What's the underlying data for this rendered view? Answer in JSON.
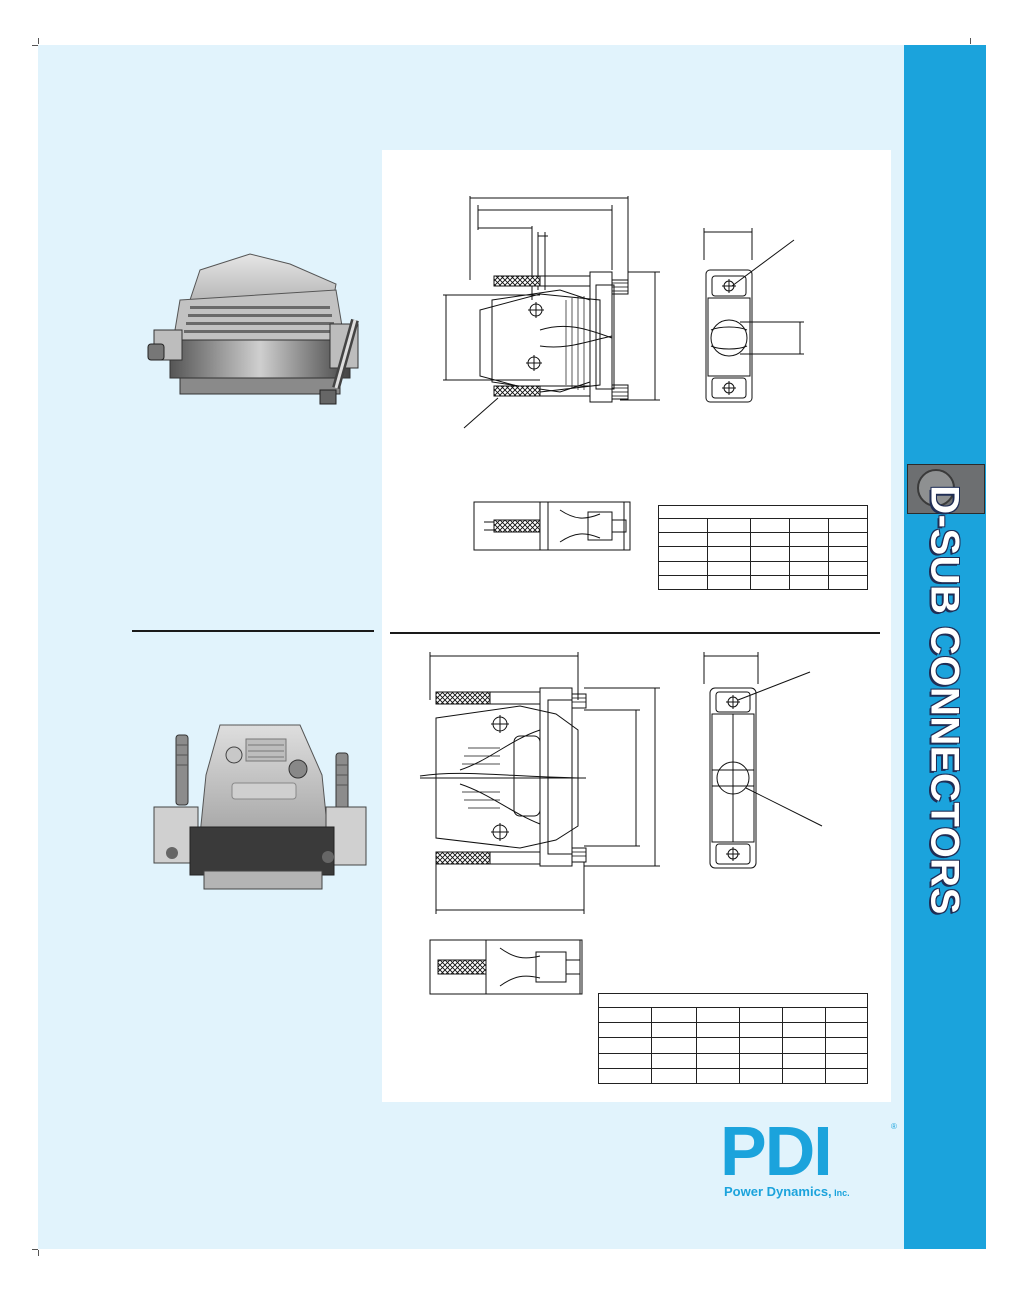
{
  "sidebar": {
    "title": "D-SUB CONNECTORS",
    "band_color": "#1ba3dc"
  },
  "logo": {
    "mark": "PDI",
    "registered": "®",
    "company": "Power Dynamics,",
    "company_suffix": " Inc."
  },
  "colors": {
    "page_background": "#e1f3fc",
    "brand_blue": "#1ba3dc",
    "panel": "#ffffff"
  },
  "tables": {
    "upper": {
      "rows": 5,
      "cols": 5
    },
    "lower": {
      "rows": 5,
      "cols": 6
    }
  }
}
